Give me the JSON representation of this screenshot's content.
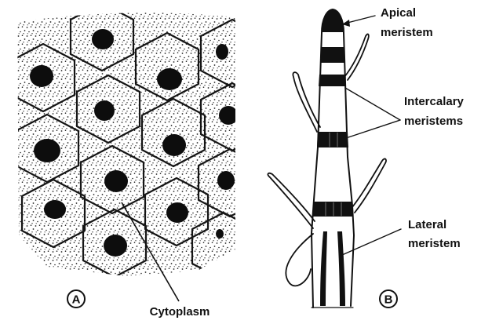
{
  "panel_a": {
    "letter": "A",
    "labels": {
      "cytoplasm": "Cytoplasm"
    }
  },
  "panel_b": {
    "letter": "B",
    "labels": {
      "apical_line1": "Apical",
      "apical_line2": "meristem",
      "intercalary_line1": "Intercalary",
      "intercalary_line2": "meristems",
      "lateral_line1": "Lateral",
      "lateral_line2": "meristem"
    }
  },
  "colors": {
    "ink": "#111111",
    "paper": "#ffffff"
  }
}
